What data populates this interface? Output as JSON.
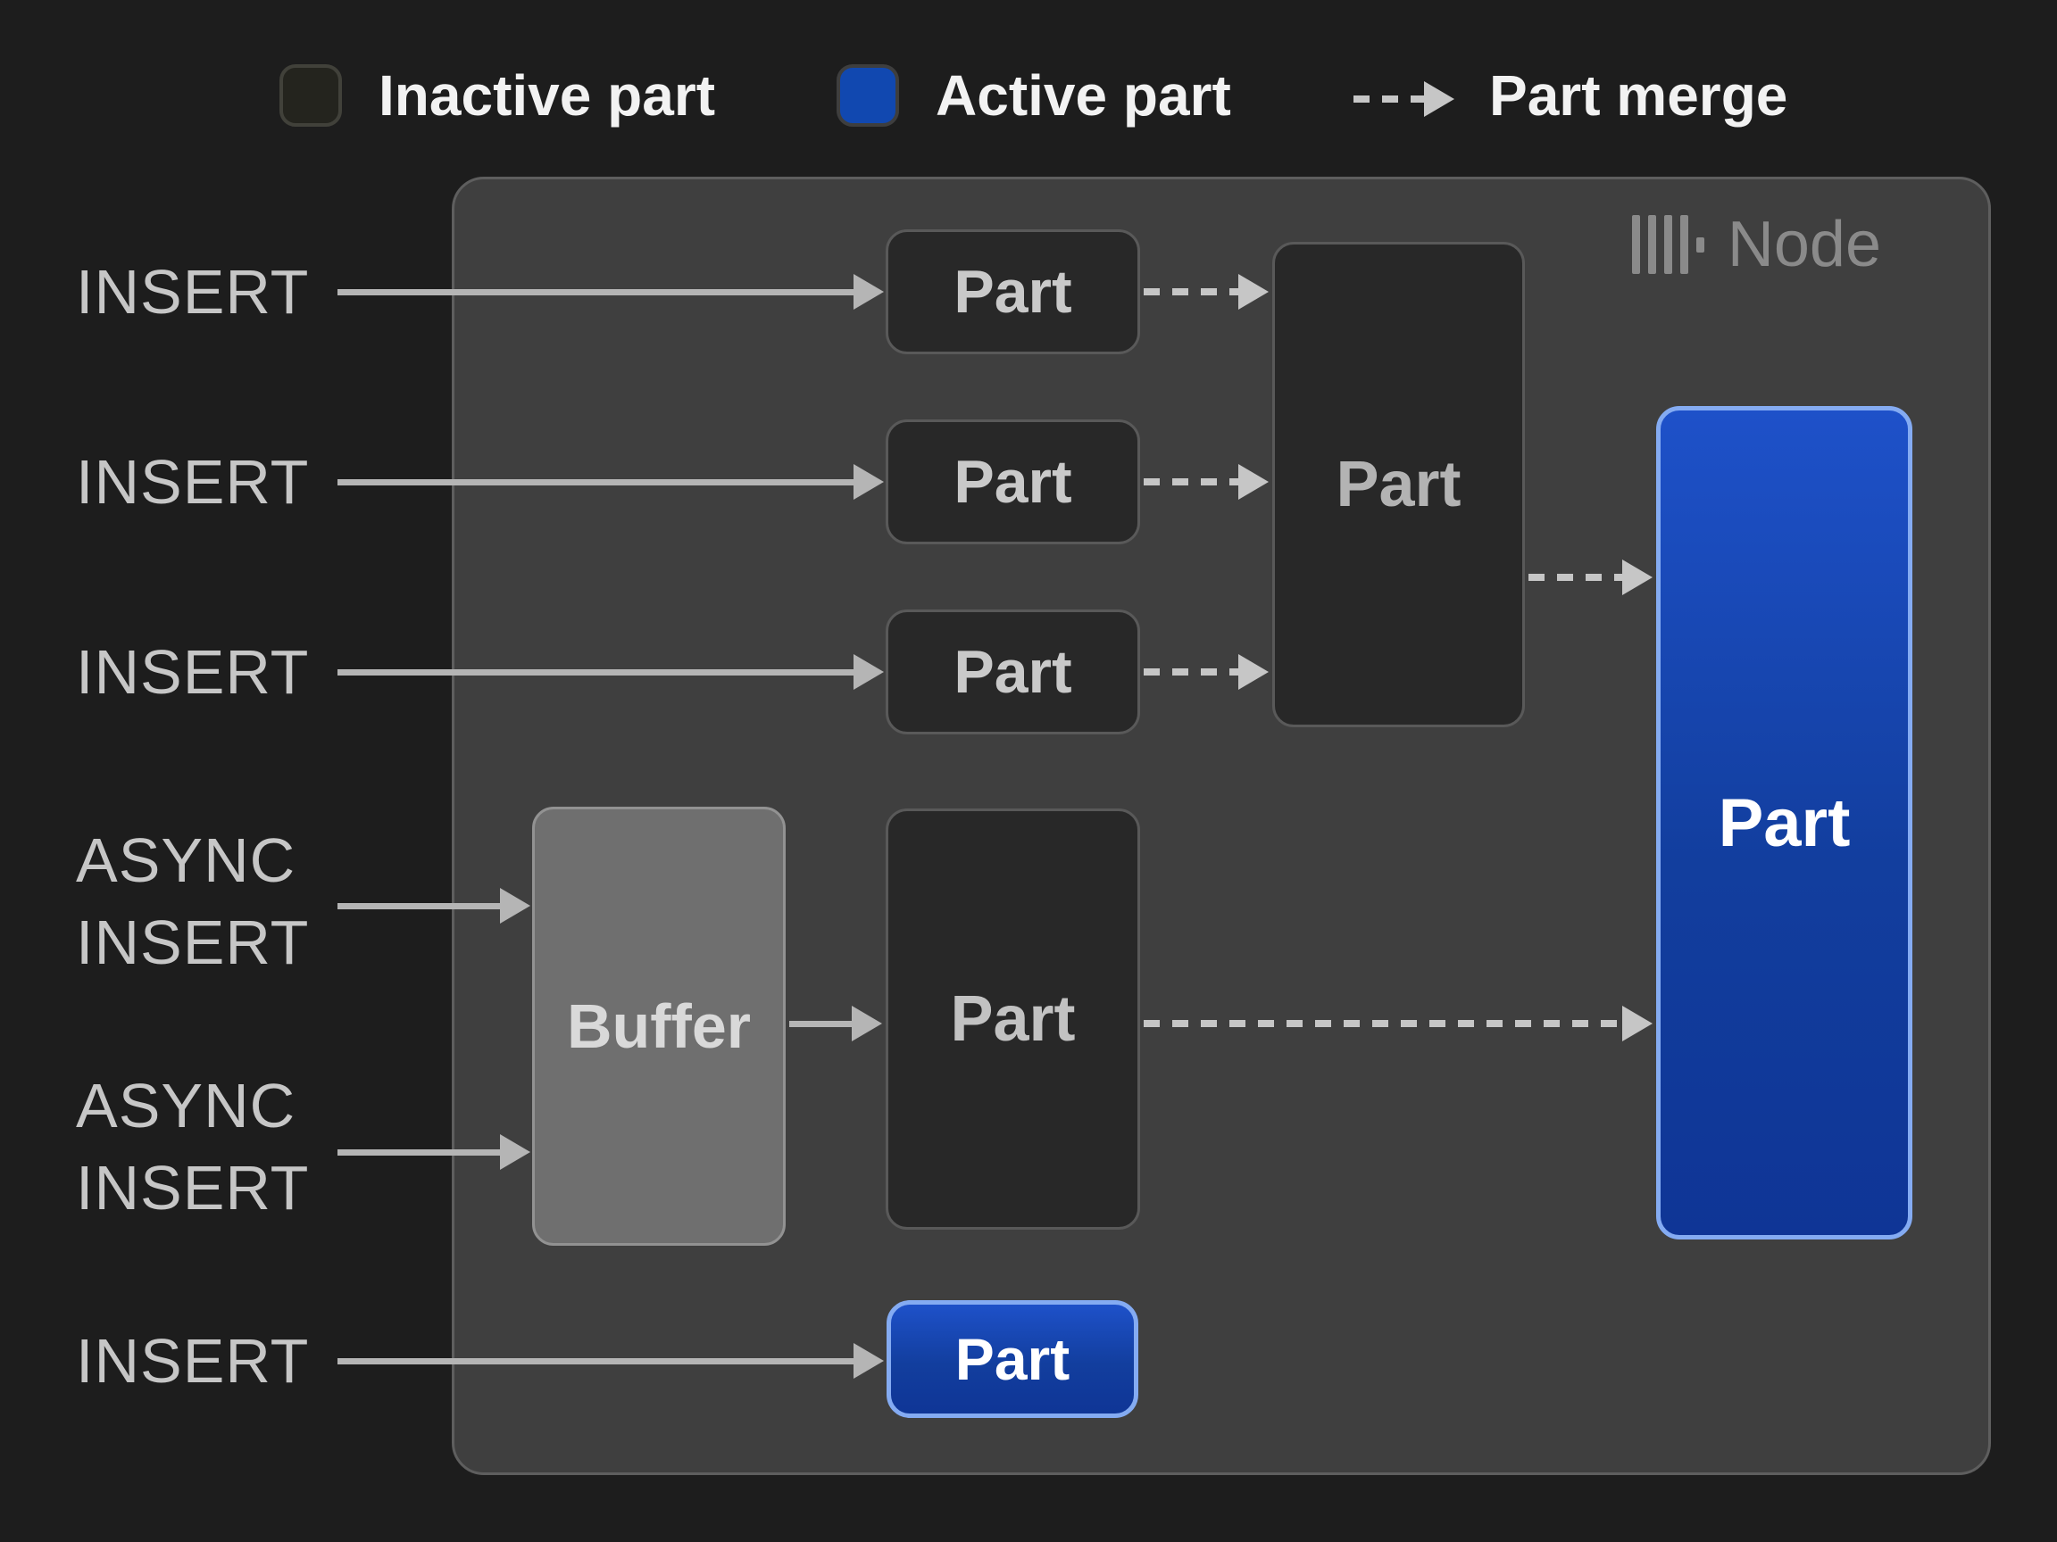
{
  "legend": {
    "inactive_label": "Inactive part",
    "active_label": "Active part",
    "merge_label": "Part merge"
  },
  "node": {
    "label": "Node",
    "logo": "clickhouse-bars-icon"
  },
  "left_labels": {
    "insert1": "INSERT",
    "insert2": "INSERT",
    "insert3": "INSERT",
    "async_insert1": "ASYNC\nINSERT",
    "async_insert2": "ASYNC\nINSERT",
    "insert_bottom": "INSERT"
  },
  "boxes": {
    "part1": "Part",
    "part2": "Part",
    "part3": "Part",
    "merge_part": "Part",
    "buffer": "Buffer",
    "async_part": "Part",
    "active_part_main": "Part",
    "active_part_bottom": "Part"
  },
  "colors": {
    "background": "#1d1d1d",
    "node_fill": "#3f3f3f",
    "node_border": "#5e5e5e",
    "inactive_part_fill": "#282828",
    "inactive_part_border": "#595959",
    "buffer_fill": "#6f6f6f",
    "active_blue": "#1a4dc4",
    "active_border": "#84abf2",
    "arrow_gray": "#b5b5b5",
    "text_light": "#f2f2f2",
    "text_gray": "#c6c6c6"
  }
}
